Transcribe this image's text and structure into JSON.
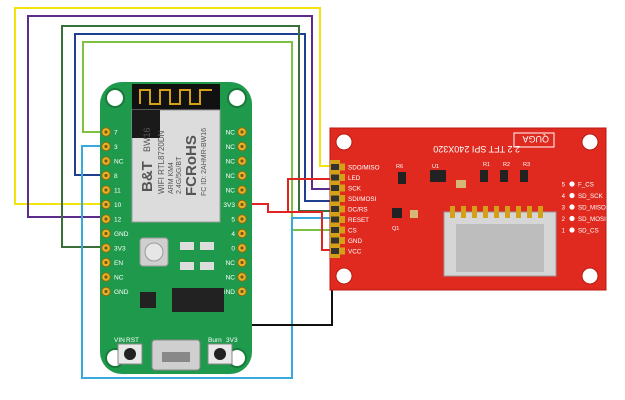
{
  "module": {
    "brand": "B&T",
    "model": "BW16",
    "line1": "WIFI RTL8720DN",
    "line2": "ARM KM4",
    "line3": "2.4G/5G/BT",
    "line4": "FC ID: 2AHMR-BW16",
    "certs": "FCRoHS",
    "left_pins": [
      "7",
      "3",
      "NC",
      "8",
      "11",
      "10",
      "12",
      "GND",
      "3V3",
      "EN",
      "NC",
      "GND"
    ],
    "right_pins": [
      "NC",
      "NC",
      "NC",
      "NC",
      "NC",
      "3V3",
      "5",
      "4",
      "0",
      "NC",
      "NC",
      "GND"
    ],
    "bottom_labels": [
      "VIN",
      "RST",
      "Burn",
      "3V3"
    ]
  },
  "display": {
    "brand": "QUGA",
    "title": "2.2 TFT SPI 240X320",
    "pins": [
      "SDO/MISO",
      "LED",
      "SCK",
      "SDI/MOSI",
      "DC/RS",
      "RESET",
      "CS",
      "GND",
      "VCC"
    ],
    "sd_pins": [
      "SD_CS",
      "SD_MOSI",
      "SD_MISO",
      "SD_SCK",
      "F_CS"
    ],
    "sd_numbers": [
      "1",
      "2",
      "3",
      "4",
      "5"
    ],
    "components": [
      "R1",
      "R2",
      "R3",
      "R6",
      "Q1",
      "U1"
    ]
  },
  "wire_colors": {
    "yellow": "#f2e30d",
    "purple": "#5b2c8c",
    "blue": "#1f3f8f",
    "dark_green": "#3b6f3a",
    "light_green": "#7cc142",
    "cyan": "#38a9dc",
    "red": "#e02424",
    "black": "#111111"
  }
}
